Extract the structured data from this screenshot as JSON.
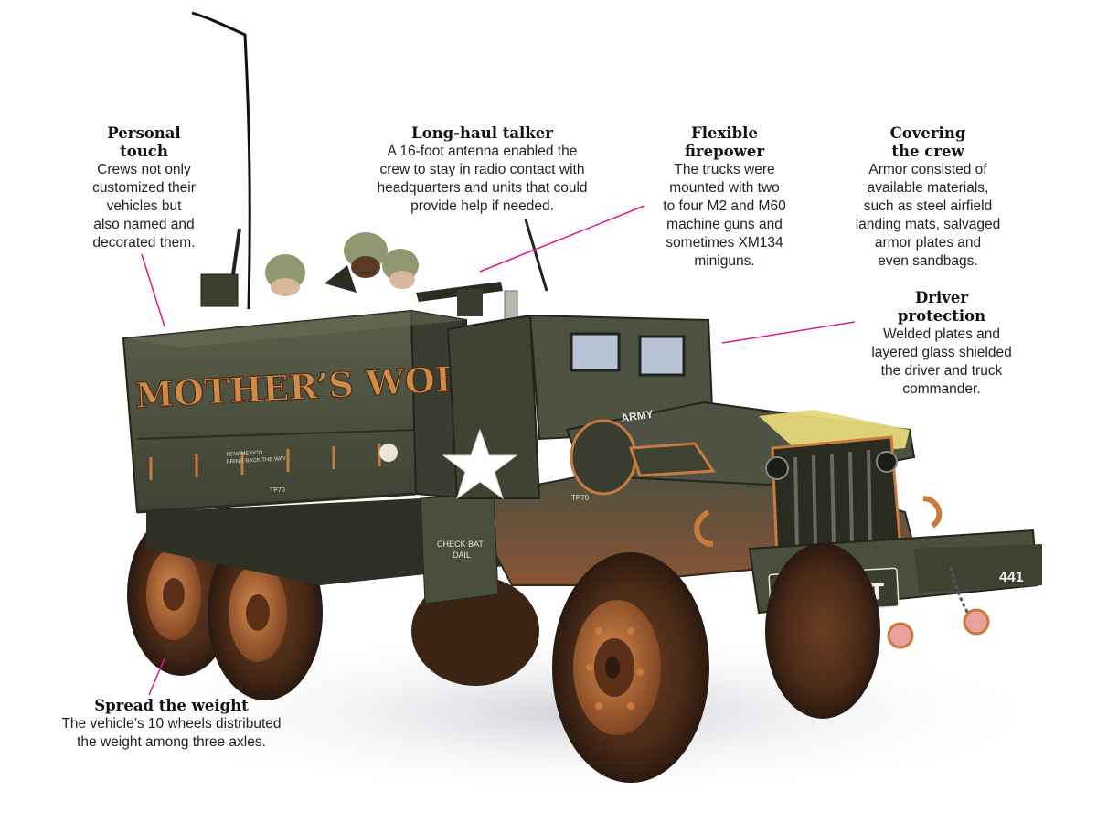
{
  "callouts": {
    "personal_touch": {
      "title": "Personal\ntouch",
      "body": "Crews not only\ncustomized their\nvehicles but\nalso named and\ndecorated them."
    },
    "long_haul": {
      "title": "Long-haul talker",
      "body": "A 16-foot antenna enabled the\ncrew to stay in radio contact with\nheadquarters and units that could\nprovide help if needed."
    },
    "flexible_firepower": {
      "title": "Flexible\nfirepower",
      "body": "The trucks were\nmounted with two\nto four M2 and M60\nmachine guns and\nsometimes XM134\nminiguns."
    },
    "covering_crew": {
      "title": "Covering\nthe crew",
      "body": "Armor consisted of\navailable materials,\nsuch as steel airfield\nlanding mats, salvaged\narmor plates and\neven sandbags."
    },
    "driver_protection": {
      "title": "Driver\nprotection",
      "body": "Welded plates and\nlayered glass shielded\nthe driver and truck\ncommander."
    },
    "spread_weight": {
      "title": "Spread the weight",
      "body": "The vehicle’s 10 wheels distributed\nthe weight among three axles."
    }
  },
  "truck": {
    "name": "MOTHER’S WORRY",
    "plate": "8GP 27T",
    "bumper_number": "441",
    "hood_text": "ARMY",
    "unit_code": "TP70",
    "side_panel_text": "CHECK BAT\nDAIL",
    "cargo_note": "NEW MEXICO\nBRING BACK THE WAY"
  },
  "colors": {
    "leader_line": "#e0198a",
    "olive": "#4b513d",
    "mud": "#8a5434",
    "copper": "#c97a3c",
    "yellow_stripe": "#e6d77a"
  }
}
